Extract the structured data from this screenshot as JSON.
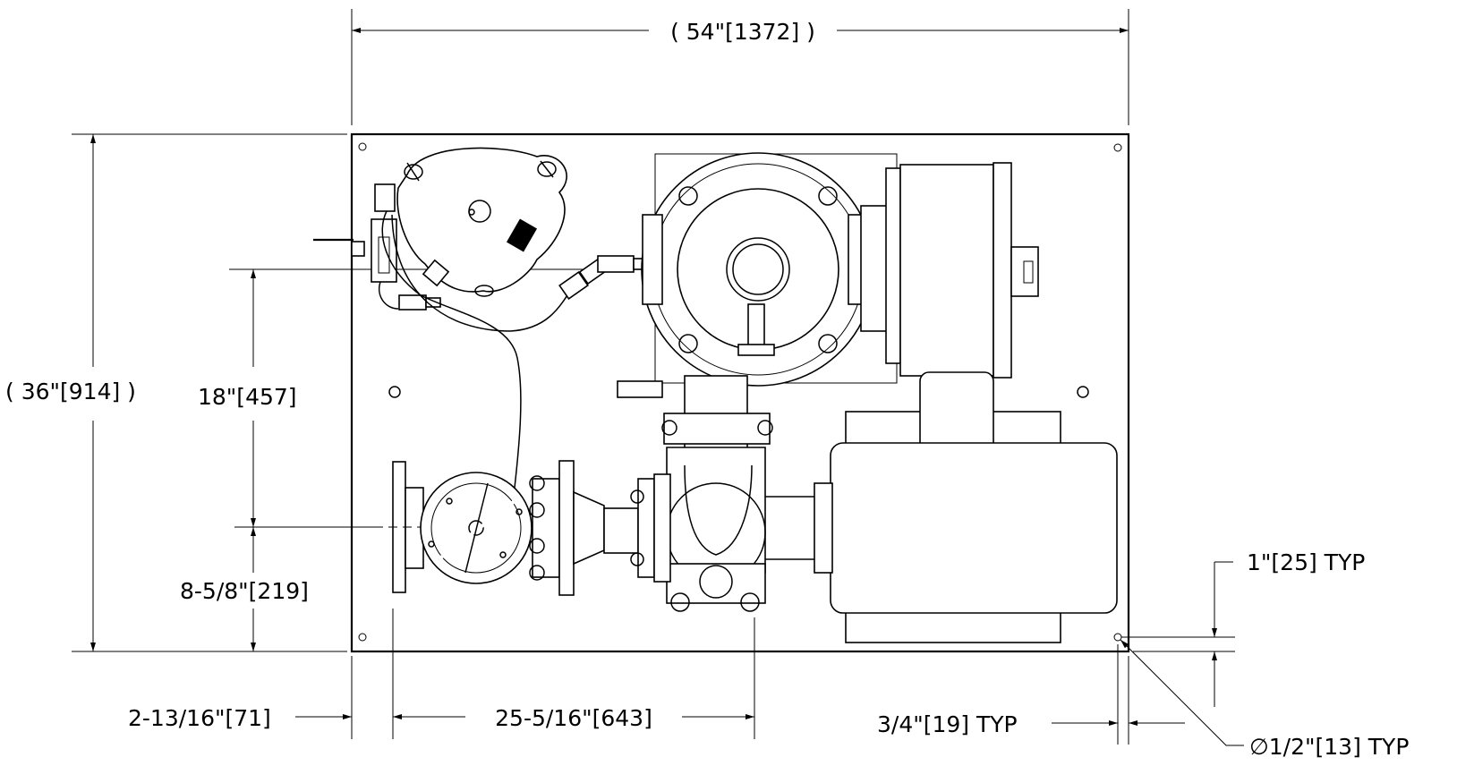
{
  "dimensions": {
    "overall_width": "( 54\"[1372] )",
    "overall_height": "( 36\"[914] )",
    "center_height": "18\"[457]",
    "lower_height": "8-5/8\"[219]",
    "left_offset": "2-13/16\"[71]",
    "span_width": "25-5/16\"[643]",
    "edge_offset_h": "3/4\"[19] TYP",
    "edge_offset_v": "1\"[25] TYP",
    "hole_diameter": "∅1/2\"[13] TYP"
  },
  "colors": {
    "line": "#000000",
    "background": "#ffffff"
  }
}
